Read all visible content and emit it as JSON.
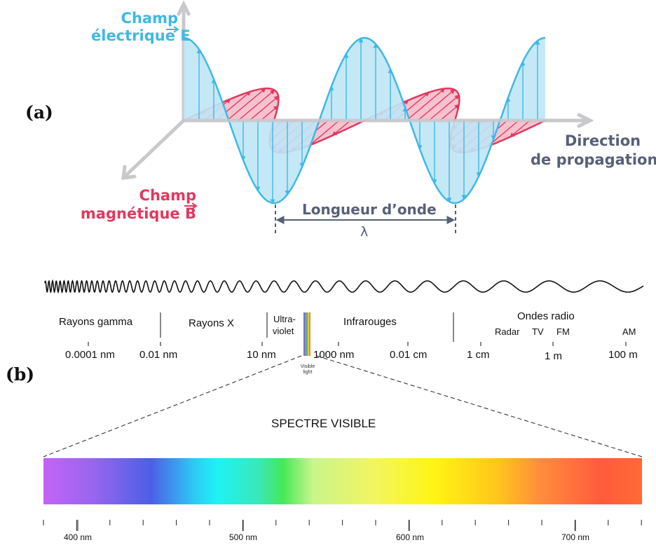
{
  "panel_a": {
    "label": "(a)",
    "electric_field": {
      "line1": "Champ",
      "line2": "électrique",
      "symbol": "E"
    },
    "magnetic_field": {
      "line1": "Champ",
      "line2": "magnétique",
      "symbol": "B"
    },
    "propagation": {
      "line1": "Direction",
      "line2": "de propagation"
    },
    "wavelength": {
      "label": "Longueur d’onde",
      "symbol": "λ"
    },
    "colors": {
      "electric": "#3fb8e6",
      "electric_fill": "#bfe6f5",
      "magnetic": "#e0395e",
      "magnetic_fill": "#f7c2cf",
      "axis": "#c9c9cc",
      "text": "#566077"
    }
  },
  "panel_b": {
    "label": "(b)",
    "bands": [
      "Rayons gamma",
      "Rayons X",
      "Ultra-",
      "violet",
      "Infrarouges",
      "Ondes radio"
    ],
    "radio_sub": [
      "Radar",
      "TV",
      "FM",
      "AM"
    ],
    "scale": [
      "0.0001 nm",
      "0.01 nm",
      "10 nm",
      "1000 nm",
      "0.01 cm",
      "1 cm",
      "1 m",
      "100 m"
    ],
    "visible_light": {
      "line1": "Visible",
      "line2": "light"
    },
    "visible_title": "SPECTRE VISIBLE",
    "visible_ticks": [
      "400 nm",
      "500 nm",
      "600 nm",
      "700 nm"
    ]
  }
}
